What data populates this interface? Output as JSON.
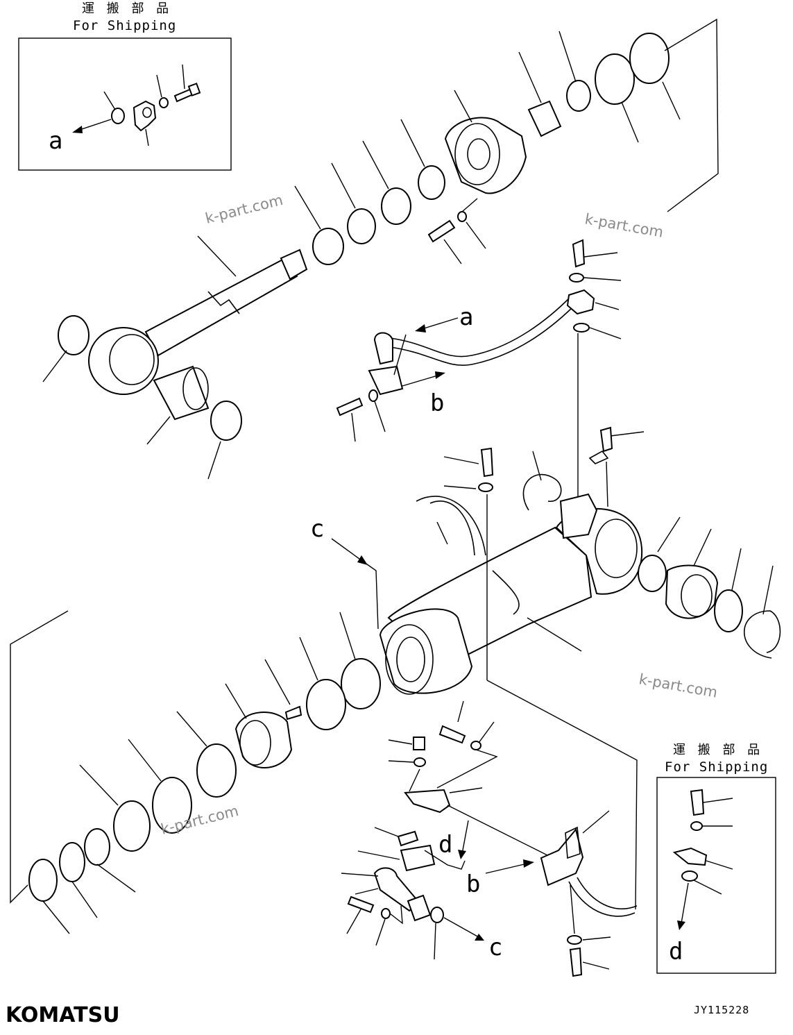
{
  "shipping_box_left": {
    "title_jp": "運 搬 部 品",
    "title_en": "For Shipping",
    "callout": "a"
  },
  "shipping_box_right": {
    "title_jp": "運 搬 部 品",
    "title_en": "For Shipping",
    "callout": "d"
  },
  "callouts": {
    "a_pipe": "a",
    "b_pipe": "b",
    "c_cylinder": "c",
    "d_bracket": "d",
    "b_bracket": "b",
    "c_flange": "c"
  },
  "watermarks": [
    "k-part.com",
    "k-part.com",
    "k-part.com",
    "k-part.com"
  ],
  "brand": {
    "logo": "KOMATSU"
  },
  "drawing_code": "JY115228"
}
